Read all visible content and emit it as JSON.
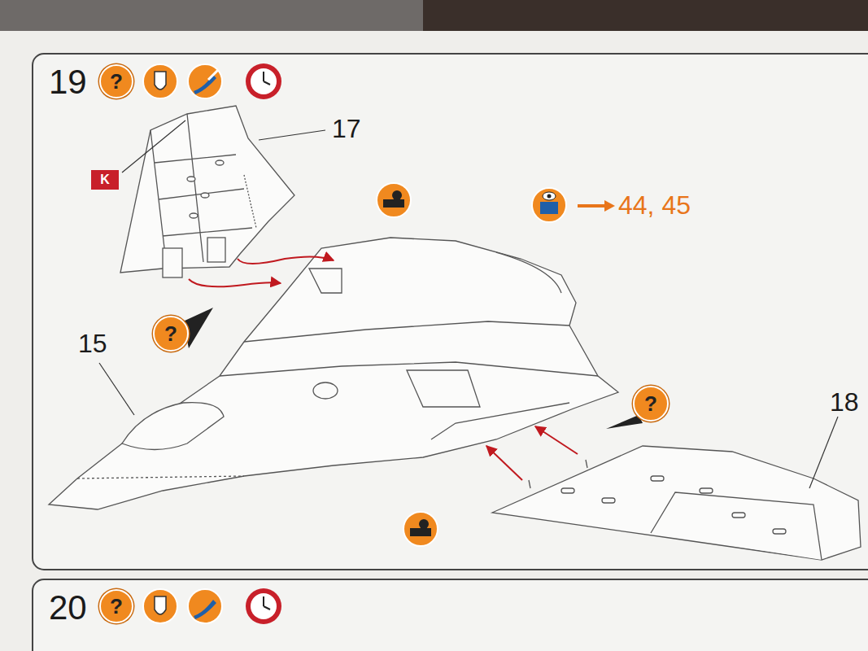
{
  "diagram": {
    "nodes": [
      {
        "text": [
          "?"
        ]
      },
      {
        "text": [
          "K"
        ]
      },
      {
        "text": [
          "?"
        ]
      },
      {
        "text": [
          "?"
        ]
      },
      {
        "text": [
          "?"
        ]
      }
    ],
    "labels": [
      "19",
      "17",
      "44, 45",
      "15",
      "18",
      "20"
    ]
  }
}
